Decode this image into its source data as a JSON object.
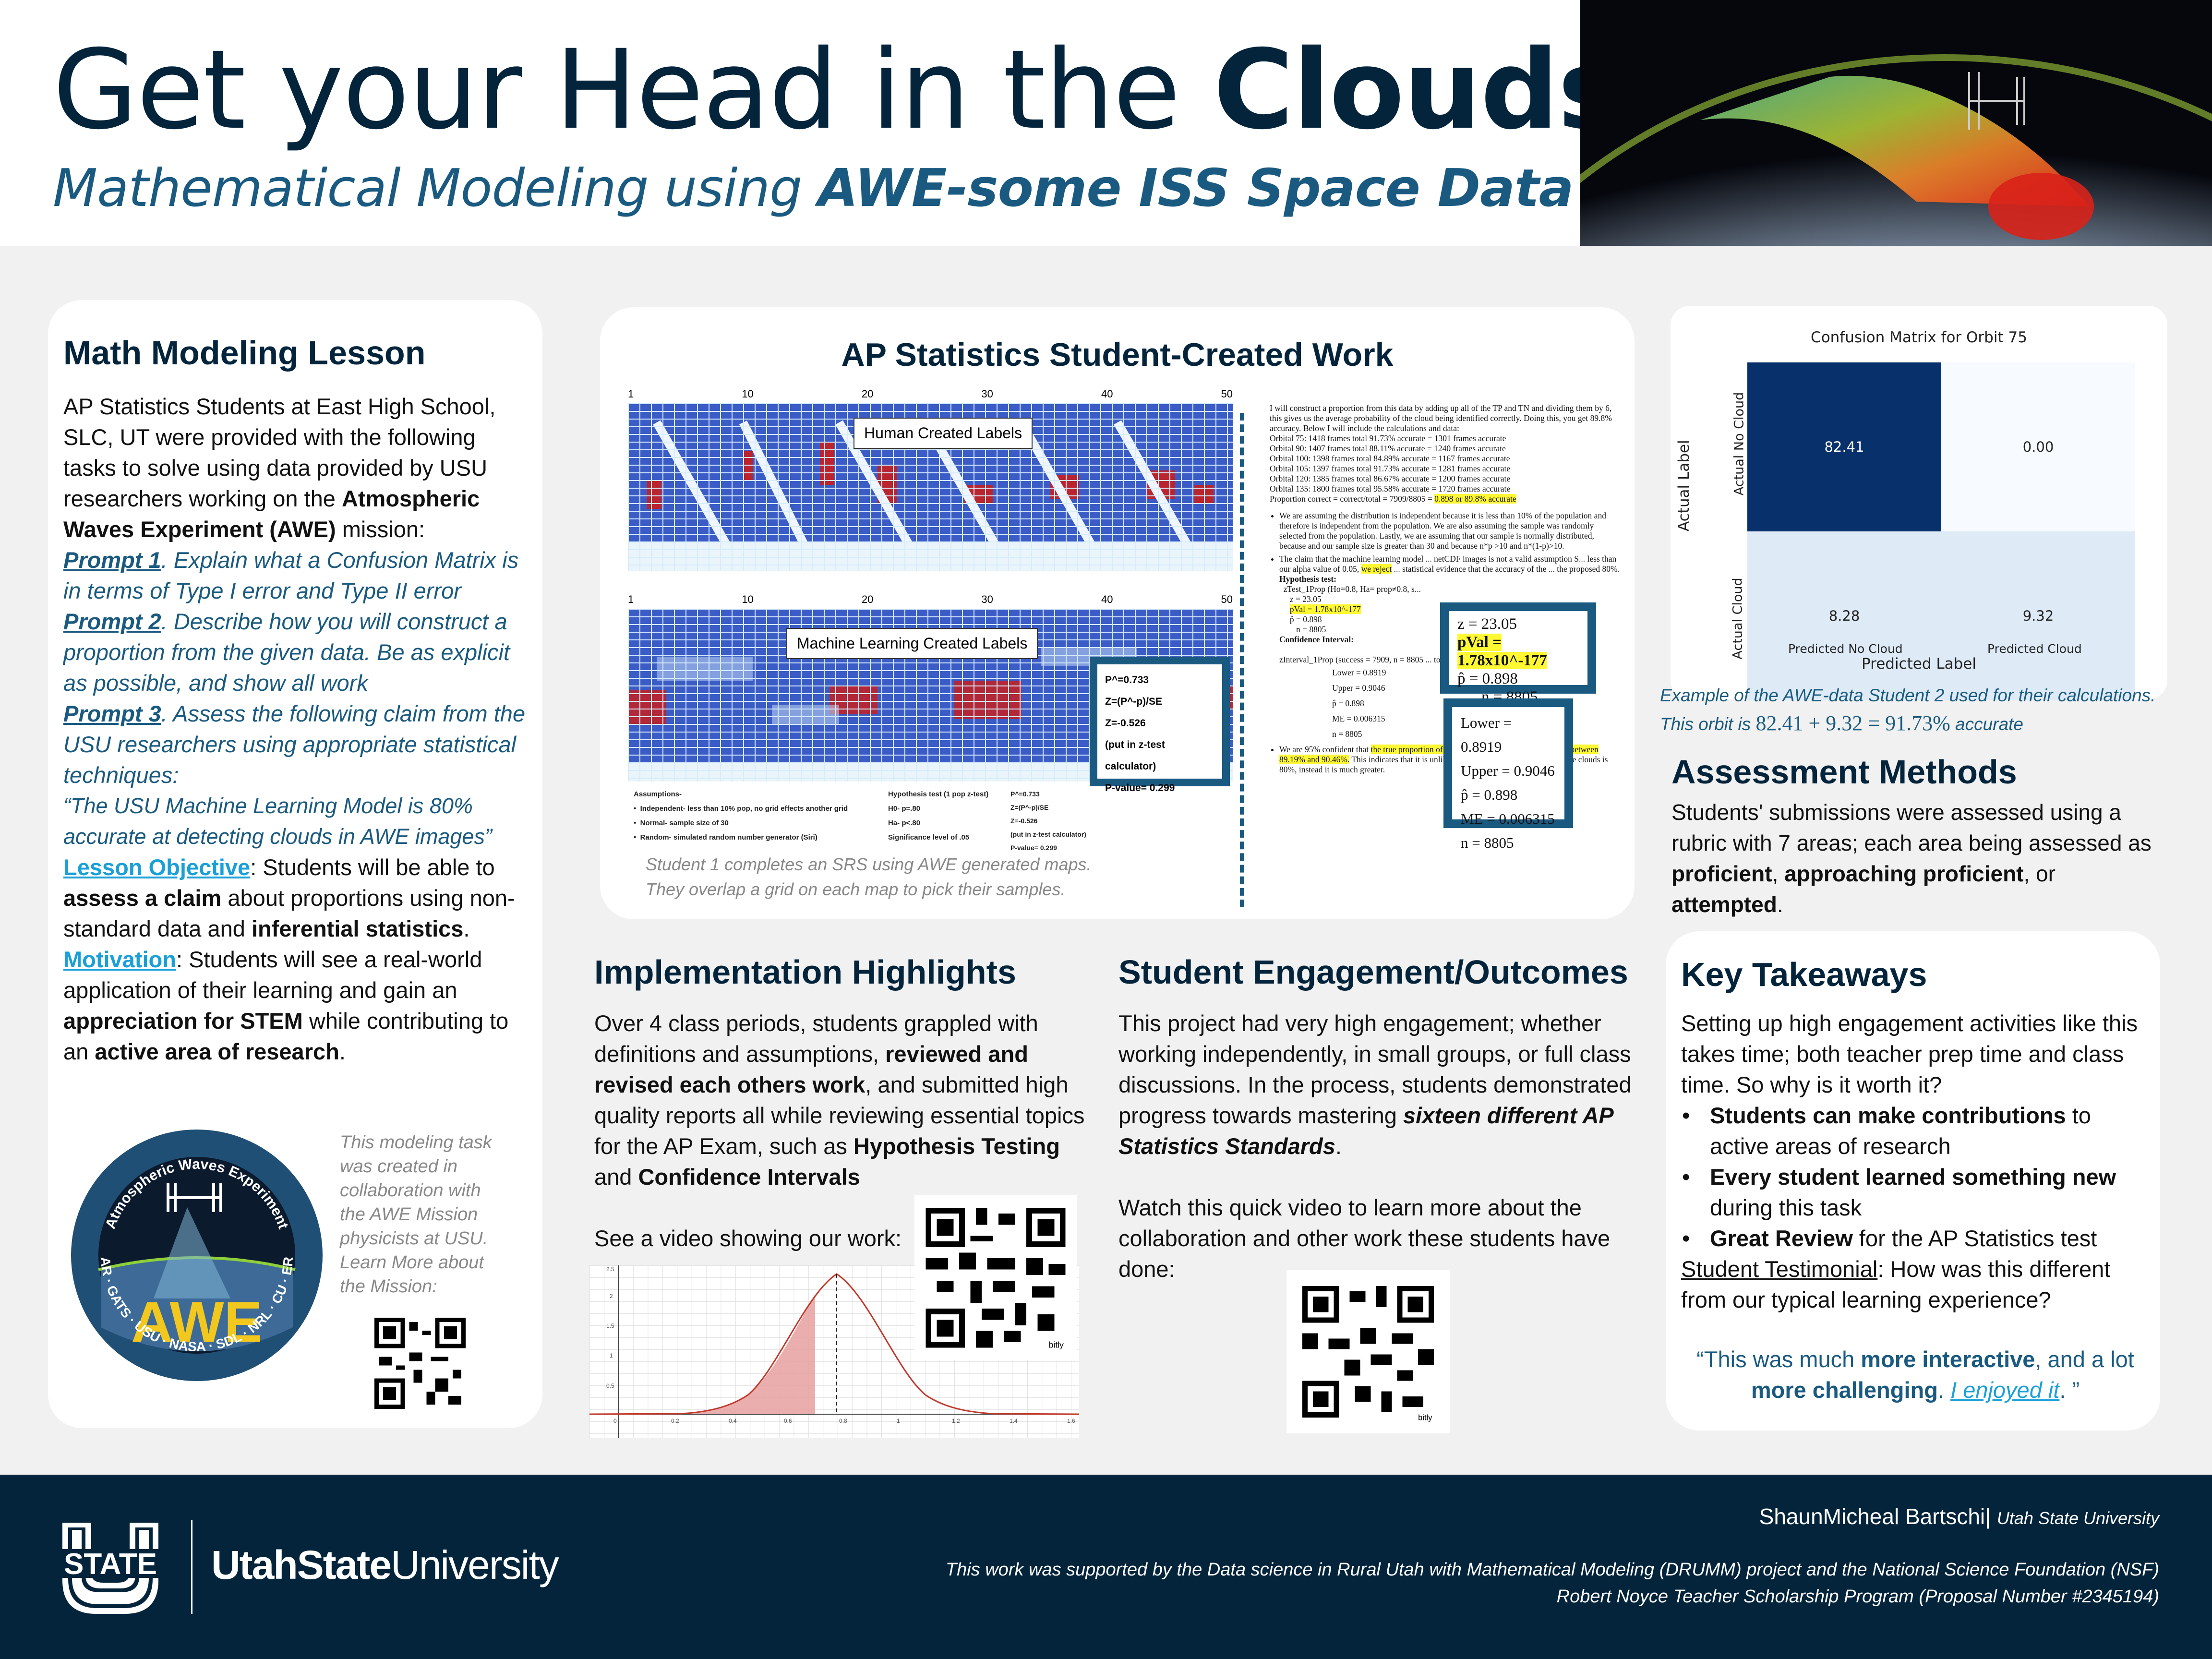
{
  "header": {
    "title_regular": "Get your Head in the ",
    "title_bold": "Clouds!",
    "subtitle_regular": "Mathematical Modeling using ",
    "subtitle_bold": "AWE-some ISS Space Data",
    "hero_image": "earth-orbit-awe-swath-image"
  },
  "lesson": {
    "heading": "Math Modeling Lesson",
    "intro": "AP Statistics Students at East High School, SLC, UT were provided with the following tasks to solve using data provided by USU researchers working on the ",
    "intro_bold": "Atmospheric Waves Experiment (AWE)",
    "intro_end": " mission:",
    "prompts": [
      {
        "label": "Prompt 1",
        "text": ".  Explain what a Confusion Matrix is in terms of Type I error and Type II error"
      },
      {
        "label": "Prompt 2",
        "text": ".  Describe how you will construct a proportion from the given data.  Be as explicit as possible, and show all work"
      },
      {
        "label": "Prompt 3",
        "text": ".  Assess the following claim from the USU researchers using appropriate statistical techniques:"
      }
    ],
    "claim": "“The USU Machine Learning Model is 80% accurate at detecting clouds in AWE images”",
    "objective_label": "Lesson Objective",
    "objective_1": ": Students will be able to ",
    "objective_bold_1": "assess a claim",
    "objective_2": " about proportions using non-standard data and ",
    "objective_bold_2": "inferential statistics",
    "objective_3": ".",
    "motivation_label": "Motivation",
    "motivation_1": ": Students will see a real-world application of their learning and gain an ",
    "motivation_bold_1": "appreciation for STEM",
    "motivation_2": " while contributing to an ",
    "motivation_bold_2": "active area of research",
    "motivation_3": ".",
    "collab_note": "This modeling task was created in collaboration with the AWE Mission physicists at USU. Learn More about the Mission:",
    "badge": {
      "top_text": "Atmospheric Waves Experiment",
      "center_text": "AWE",
      "bottom_text": "NCAR · GATS · USU · NASA · SDL · NRL · CU · ERAU"
    }
  },
  "student_work": {
    "heading": "AP Statistics Student-Created Work",
    "map_ticks": [
      "1",
      "10",
      "20",
      "30",
      "40",
      "50"
    ],
    "map1_label": "Human Created Labels",
    "map2_label": "Machine Learning Created Labels",
    "stat_box": [
      "P^=0.733",
      "Z=(P^-p)/SE",
      "Z=-0.526",
      "(put in z-test calculator)",
      "P-value= 0.299"
    ],
    "assumptions_title": "Assumptions-",
    "assumptions": [
      "Independent- less than 10% pop, no grid effects another grid",
      "Normal- sample size of 30",
      "Random- simulated random number generator (Siri)"
    ],
    "hypothesis": [
      "Hypothesis test (1 pop z-test)",
      "H0- p=.80",
      "Ha- p<.80",
      "Significance level of .05"
    ],
    "hyp_results": [
      "P^=0.733",
      "Z=(P^-p)/SE",
      "Z=-0.526",
      "(put in z-test calculator)",
      "P-value= 0.299"
    ],
    "caption": "Student 1 completes an SRS using AWE generated maps. They overlap a grid on each map to pick their samples.",
    "doc": {
      "intro": "I will construct a proportion from this data by adding up all of the TP and TN and dividing them by 6, this gives us the average probability of the cloud being identified correctly. Doing this, you get 89.8% accuracy. Below I will include the calculations and data:",
      "orbitals": [
        "Orbital 75: 1418 frames total 91.73% accurate = 1301 frames accurate",
        "Orbital 90:  1407 frames total 88.11% accurate = 1240 frames accurate",
        "Orbital 100: 1398 frames total 84.89% accurate = 1167 frames accurate",
        "Orbital 105: 1397 frames total 91.73% accurate = 1281 frames accurate",
        "Orbital 120: 1385 frames total 86.67% accurate = 1200 frames accurate",
        "Orbital 135: 1800 frames total 95.58% accurate = 1720 frames accurate"
      ],
      "proportion": "Proportion correct = correct/total = 7909/8805 = ",
      "proportion_hl": "0.898 or 89.8% accurate",
      "assumption_bullet": "We are assuming the distribution is independent because it is less than 10% of the population and therefore is independent from the population. We are also assuming the sample was randomly selected from the population. Lastly, we are assuming that our sample is normally distributed, because and our sample size is greater than 30 and because n*p >10 and n*(1-p)>10.",
      "claim_bullet_1": "The claim that the machine learning model ... netCDF images is not a valid assumption S... less than our alpha value of 0.05, ",
      "claim_bullet_hl": "we reject",
      "claim_bullet_2": " ... statistical evidence that the accuracy of the ... the proposed 80%.",
      "hyp_title": "Hypothesis test:",
      "ztest": "zTest_1Prop (Ho=0.8, Ha= prop≠0.8, s...",
      "z": "z = 23.05",
      "pval": "pVal = 1.78x10^-177",
      "phat": "p̂ = 0.898",
      "n": "n = 8805",
      "ci_title": "Confidence Interval:",
      "zinterval": "zInterval_1Prop (success = 7909, n = 8805 ... tor]",
      "lower": "Lower = 0.8919",
      "upper": "Upper = 0.9046",
      "me": "ME = 0.006315",
      "conclusion_1": "We are 95% confident that ",
      "conclusion_hl": "the true proportion of clouds that are accurately detected is between 89.19% and 90.46%.",
      "conclusion_2": " This indicates that it is unlikely that the true proportion of accurate clouds is 80%, instead it is much greater."
    }
  },
  "chart_data": [
    {
      "type": "heatmap",
      "title": "Confusion Matrix for Orbit 75",
      "xlabel": "Predicted Label",
      "ylabel": "Actual Label",
      "x_categories": [
        "Predicted No Cloud",
        "Predicted Cloud"
      ],
      "y_categories": [
        "Actual No Cloud",
        "Actual Cloud"
      ],
      "values": [
        [
          82.41,
          0.0
        ],
        [
          8.28,
          9.32
        ]
      ],
      "colors": [
        [
          "#08306b",
          "#f7fbff"
        ],
        [
          "#deebf7",
          "#deebf7"
        ]
      ]
    },
    {
      "type": "line",
      "title": "",
      "description": "Normal sampling distribution centered at 0.8 with left tail shaded up to 0.733",
      "x_ticks": [
        0,
        0.2,
        0.4,
        0.6,
        0.8,
        1,
        1.2,
        1.4,
        1.6
      ],
      "y_ticks": [
        0.5,
        1,
        1.5,
        2,
        2.5
      ],
      "xlim": [
        -0.05,
        1.6
      ],
      "ylim": [
        -0.3,
        2.5
      ],
      "mean": 0.8,
      "peak": 2.45,
      "shaded_upper": 0.733,
      "curve_color": "#c0392b",
      "fill_color": "#e8a0a0"
    }
  ],
  "confusion_caption": {
    "text": "Example of the AWE-data Student 2 used for their calculations.  This orbit is ",
    "math": "82.41 + 9.32 = 91.73%",
    "end": " accurate"
  },
  "assessment": {
    "heading": "Assessment Methods",
    "text_1": "Students' submissions were assessed using a rubric with 7 areas; each area being assessed as ",
    "bold_1": "proficient",
    "sep_1": ", ",
    "bold_2": "approaching proficient",
    "sep_2": ", or ",
    "bold_3": "attempted",
    "end": "."
  },
  "implementation": {
    "heading": "Implementation Highlights",
    "text_1": "Over 4 class periods, students grappled with definitions and assumptions, ",
    "bold_1": "reviewed and revised each others work",
    "text_2": ", and submitted high quality reports all while reviewing essential topics for the AP Exam, such as ",
    "bold_2": "Hypothesis Testing",
    "text_3": " and ",
    "bold_3": "Confidence Intervals",
    "video_text": "See a video showing our work:",
    "qr_tag": "bitly"
  },
  "engagement": {
    "heading": "Student Engagement/Outcomes",
    "text_1": "This project had very high engagement; whether working independently, in small groups, or full class discussions.  In the process, students demonstrated progress towards mastering ",
    "bold_italic": "sixteen different AP Statistics Standards",
    "text_2": ".",
    "video_text": "Watch this quick video to learn more about the collaboration and other work these students have done:",
    "qr_tag": "bitly"
  },
  "takeaways": {
    "heading": "Key Takeaways",
    "intro": "Setting up high engagement activities like this takes time; both teacher prep time and class time.  So why is it worth it?",
    "bullets": [
      {
        "bold": "Students can make contributions",
        "rest": " to active areas of research"
      },
      {
        "bold": "Every student learned something new",
        "rest": " during this task"
      },
      {
        "bold": "Great Review",
        "rest": " for the AP Statistics test"
      }
    ],
    "testimonial_label": "Student Testimonial",
    "testimonial_question": ": How was this different from our typical learning experience?",
    "quote_1": "“This was much ",
    "quote_bold_1": "more interactive",
    "quote_2": ", and a lot ",
    "quote_bold_2": "more challenging",
    "quote_3": ". ",
    "quote_link": "I enjoyed it",
    "quote_4": ". ”"
  },
  "footer": {
    "logo_mark": "STATE",
    "logo_word_bold": "UtahState",
    "logo_word_regular": "University",
    "author": "ShaunMicheal Bartschi",
    "author_affil": "Utah State University",
    "support": "This work was supported by the Data science in Rural Utah with Mathematical Modeling (DRUMM) project and the National Science Foundation (NSF) Robert Noyce Teacher Scholarship Program (Proposal Number #2345194)"
  },
  "colors": {
    "navy": "#04243c",
    "accent_blue": "#1a5a80",
    "link_cyan": "#1aa0d8",
    "highlight": "#fff833",
    "background": "#f1f1f1"
  }
}
